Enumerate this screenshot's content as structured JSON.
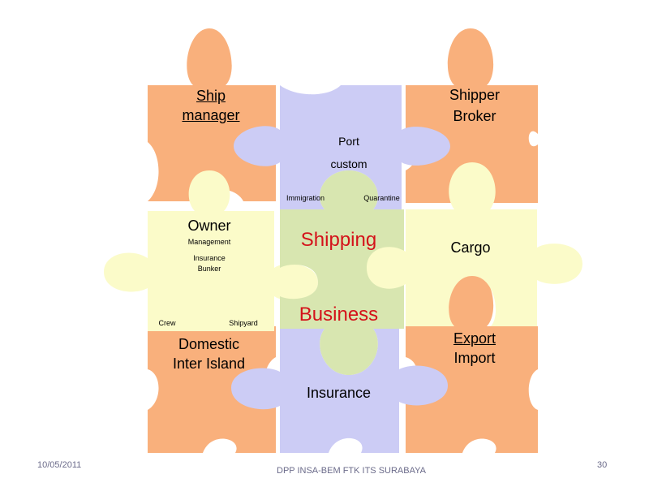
{
  "colors": {
    "orange": "#f9b07c",
    "purple": "#ccccf5",
    "yellow": "#fbfbc9",
    "green": "#d8e6b0",
    "accent_red": "#d4121a"
  },
  "pieces": {
    "ship_manager": {
      "line1": "Ship",
      "line2": "manager"
    },
    "shipper_broker": {
      "line1": "Shipper",
      "line2": "Broker"
    },
    "port": {
      "title": "Port",
      "sub": "custom",
      "left": "Immigration",
      "right": "Quarantine"
    },
    "owner": {
      "title": "Owner",
      "l1": "Management",
      "l2": "Insurance",
      "l3": "Bunker",
      "left": "Crew",
      "right": "Shipyard"
    },
    "center": {
      "line1": "Shipping",
      "line2": "Business"
    },
    "cargo": {
      "title": "Cargo"
    },
    "domestic": {
      "line1": "Domestic",
      "line2": "Inter Island"
    },
    "export_import": {
      "line1": "Export",
      "line2": "Import"
    },
    "insurance": {
      "title": "Insurance"
    }
  },
  "footer": {
    "date": "10/05/2011",
    "center": "DPP INSA-BEM FTK ITS SURABAYA",
    "page": "30"
  }
}
